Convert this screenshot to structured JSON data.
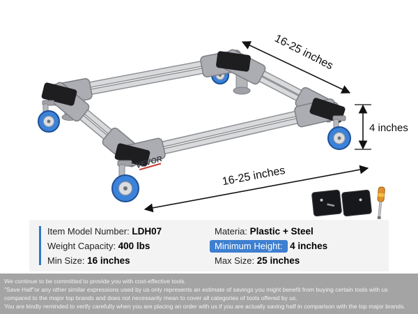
{
  "product": {
    "brand": "VEVOR"
  },
  "annotations": {
    "top_dimension": "16-25 inches",
    "right_dimension": "4 inches",
    "bottom_dimension": "16-25 inches"
  },
  "specs": {
    "left": [
      {
        "label": "Item Model Number:",
        "value": "LDH07"
      },
      {
        "label": "Weight Capacity:",
        "value": "400 lbs"
      },
      {
        "label": "Min Size:",
        "value": "16 inches"
      }
    ],
    "right": [
      {
        "label": "Materia:",
        "value": "Plastic + Steel"
      },
      {
        "label": "Minimum Height:",
        "value": "4 inches"
      },
      {
        "label": "Max Size:",
        "value": "25 inches"
      }
    ]
  },
  "accessories": [
    "anti-slip-pad",
    "anti-slip-pad",
    "screwdriver"
  ],
  "disclaimer": {
    "lines": [
      "We continue to be committed to provide you with cost-effective tools.",
      "\"Save Half\"or any other similar expressions used by us only represents an estimate of savings you might benefit from buying certain tools with us",
      "compared to the major top brands and does not necessarily mean to cover all categories of tools offered by us.",
      "You are kindly reminded to verify carefully when you are placing an order with us if you are actually saving half in comparison with the top major brands."
    ]
  },
  "colors": {
    "highlight_blue": "#3e7fd0",
    "accent_blue": "#2f78c8",
    "wheel_blue": "#3c82d8",
    "brand_red": "#c8392e",
    "panel_gray": "#f3f3f4",
    "footer_gray": "#a4a4a4"
  }
}
